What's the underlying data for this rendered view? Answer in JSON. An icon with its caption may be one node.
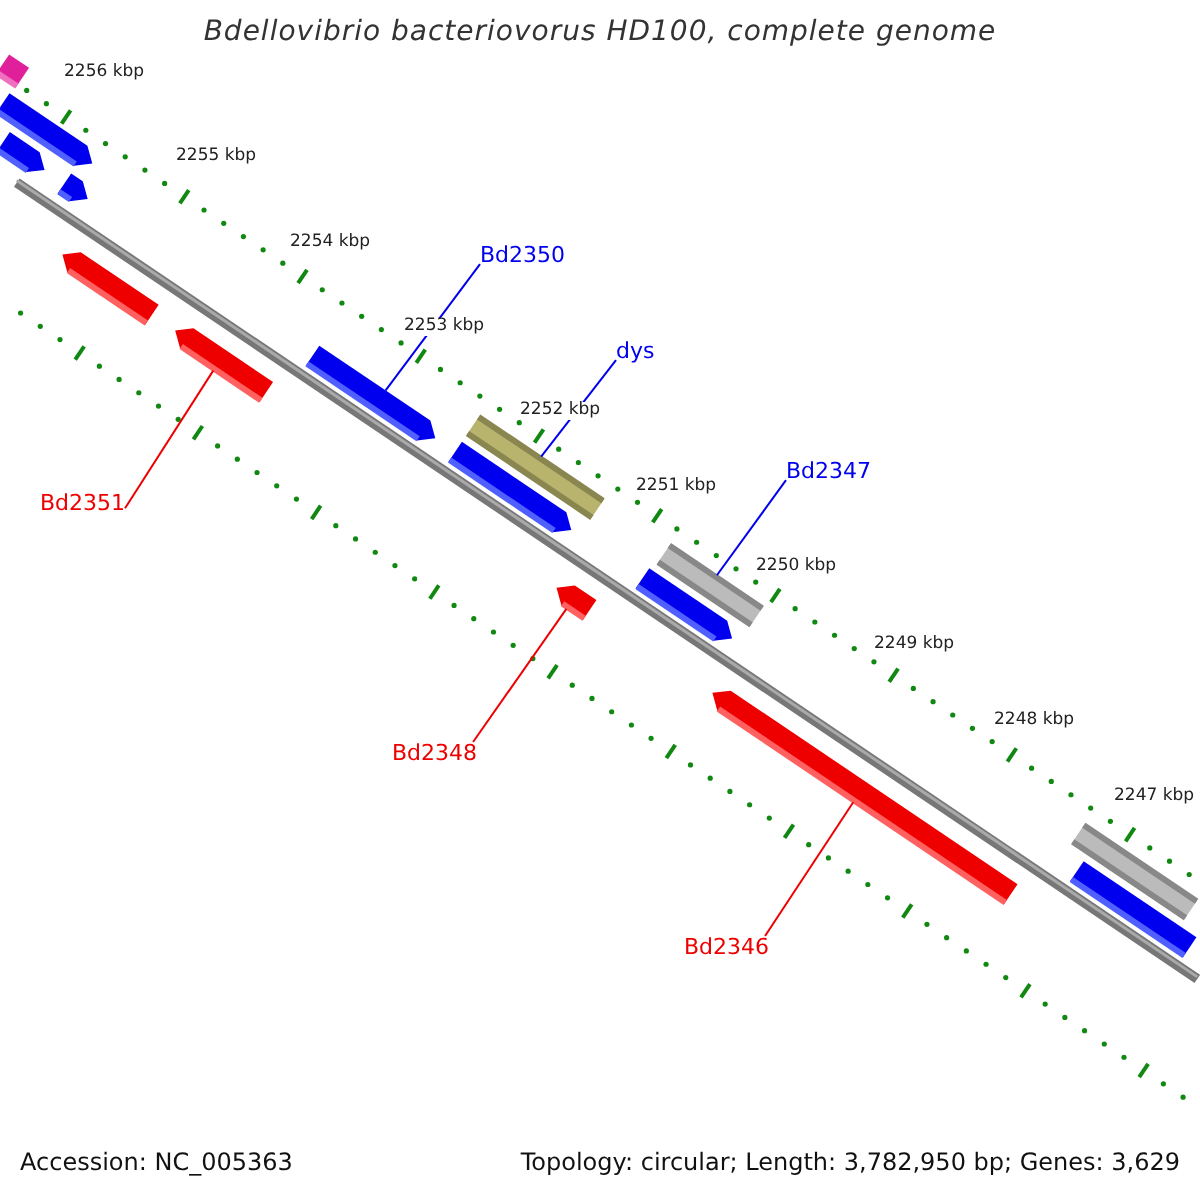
{
  "diagram": {
    "title": "Bdellovibrio bacteriovorus HD100, complete genome",
    "nodes": [
      {
        "text": [
          "Bd2350"
        ]
      },
      {
        "text": [],
        "shape": "arrow"
      },
      {
        "text": [
          "dys"
        ]
      },
      {
        "text": [],
        "shape": "bar"
      },
      {
        "text": [
          "Bd2347"
        ]
      },
      {
        "text": [],
        "shape": "bar"
      },
      {
        "text": [
          "Bd2351"
        ]
      },
      {
        "text": [],
        "shape": "arrow"
      },
      {
        "text": [
          "Bd2348"
        ]
      },
      {
        "text": [],
        "shape": "arrow"
      },
      {
        "text": [
          "Bd2346"
        ]
      },
      {
        "text": [],
        "shape": "arrow"
      },
      {
        "text": [],
        "shape": "bar"
      },
      {
        "text": [],
        "shape": "arrow"
      },
      {
        "text": [],
        "shape": "arrow"
      },
      {
        "text": [],
        "shape": "arrow"
      },
      {
        "text": [],
        "shape": "arrow"
      },
      {
        "text": [],
        "shape": "arrow"
      },
      {
        "text": [],
        "shape": "arrow"
      },
      {
        "text": [],
        "shape": "bar"
      },
      {
        "text": [],
        "shape": "bar"
      }
    ],
    "edges": [
      {
        "from": 0,
        "to": 1,
        "arrow": "none"
      },
      {
        "from": 2,
        "to": 3,
        "arrow": "none"
      },
      {
        "from": 4,
        "to": 5,
        "arrow": "none"
      },
      {
        "from": 6,
        "to": 7,
        "arrow": "none",
        "color": "#ee0000"
      },
      {
        "from": 8,
        "to": 9,
        "arrow": "none",
        "color": "#ee0000"
      },
      {
        "from": 10,
        "to": 11,
        "arrow": "none",
        "color": "#ee0000"
      }
    ],
    "labels": [
      "2256 kbp",
      "2255 kbp",
      "2254 kbp",
      "2253 kbp",
      "2252 kbp",
      "2251 kbp",
      "2250 kbp",
      "2249 kbp",
      "2248 kbp",
      "2247 kbp",
      "Accession: NC_005363",
      "Topology: circular; Length: 3,782,950 bp; Genes: 3,629"
    ]
  }
}
